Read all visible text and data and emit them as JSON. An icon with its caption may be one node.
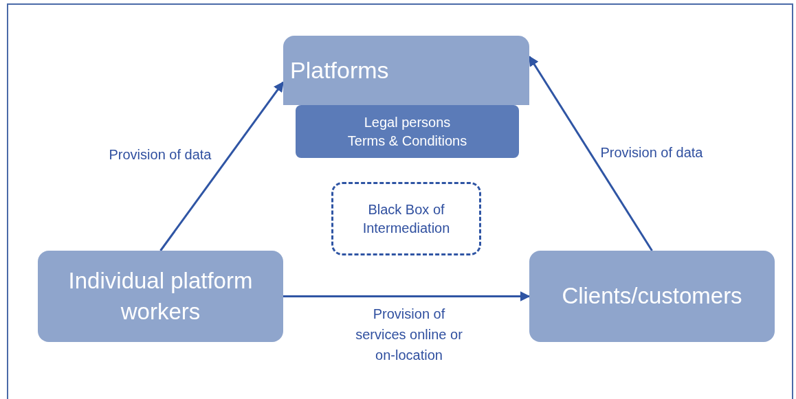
{
  "diagram": {
    "nodes": [
      {
        "text": [
          "Platforms"
        ]
      },
      {
        "text": [
          "Legal persons",
          "Terms & Conditions"
        ]
      },
      {
        "text": [
          "Black Box of Intermediation"
        ]
      },
      {
        "text": [
          "Individual platform workers"
        ]
      },
      {
        "text": [
          "Clients/customers"
        ]
      }
    ],
    "edges": [
      {
        "from": 3,
        "to": 0,
        "arrow": "to",
        "label": "Provision of data"
      },
      {
        "from": 4,
        "to": 0,
        "arrow": "to",
        "label": "Provision of data"
      },
      {
        "from": 3,
        "to": 4,
        "arrow": "to",
        "label": "Provision of services online or on-location"
      }
    ]
  }
}
